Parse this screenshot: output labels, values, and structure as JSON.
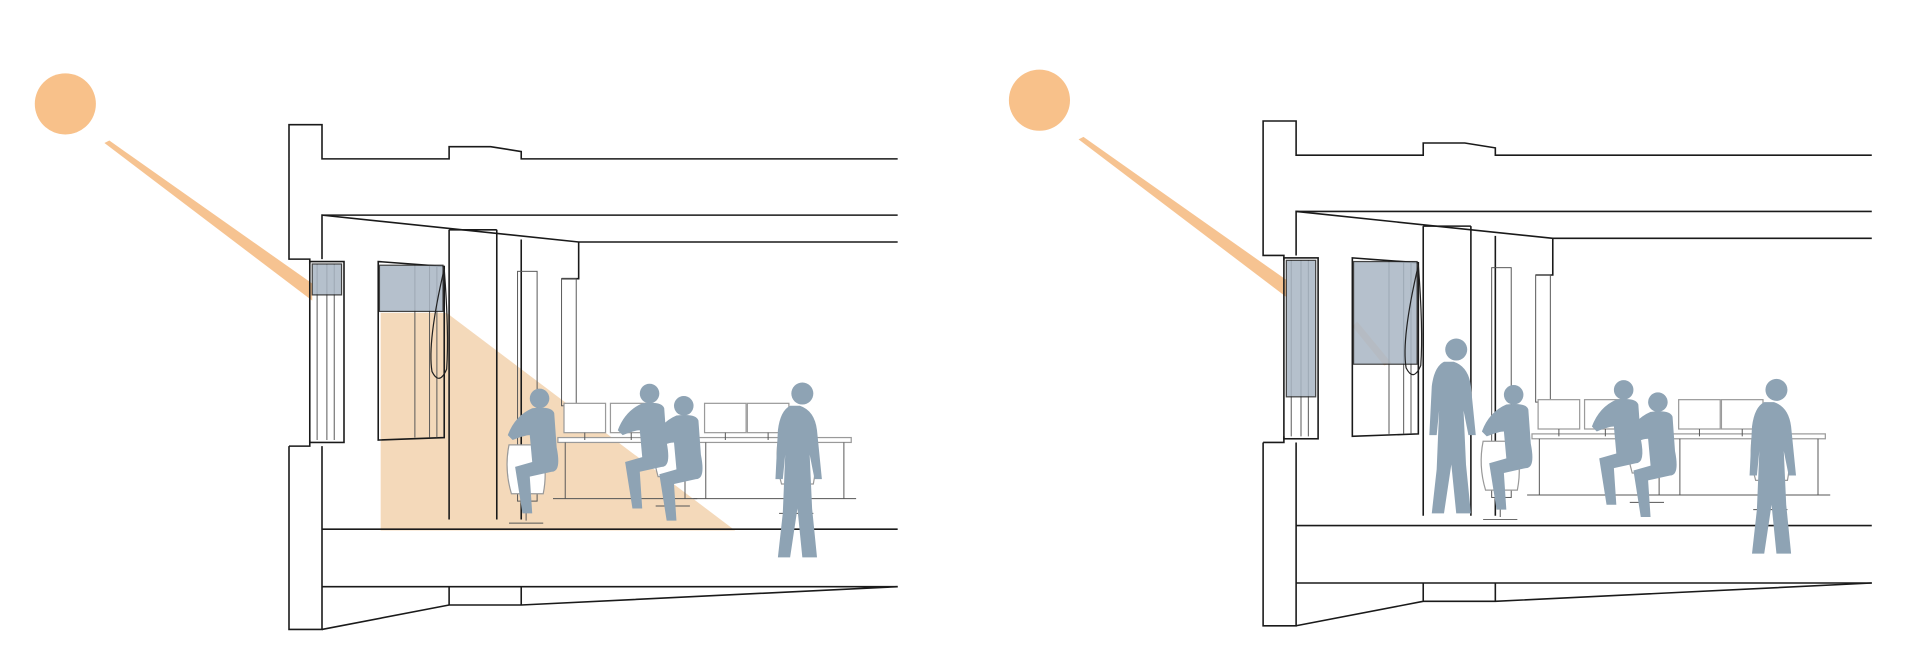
{
  "colors": {
    "sun": "#f8c18a",
    "sun_beam": "#f5b97e",
    "daylight_patch": "#f2d2ae",
    "blind": "#a9b6c4",
    "people": "#8ea3b4",
    "lines": "#1a1a1a"
  },
  "panels": [
    {
      "name": "blinds-raised",
      "exterior_blind_lowered": 0.12,
      "interior_blind_lowered": 0.27,
      "daylight_enters": true,
      "standing_person": false
    },
    {
      "name": "blinds-lowered",
      "exterior_blind_lowered": 0.72,
      "interior_blind_lowered": 0.6,
      "daylight_enters": false,
      "standing_person": true
    }
  ],
  "icons": [
    "sun-icon",
    "person-silhouette",
    "office-desk",
    "office-chair",
    "computer-monitor"
  ]
}
